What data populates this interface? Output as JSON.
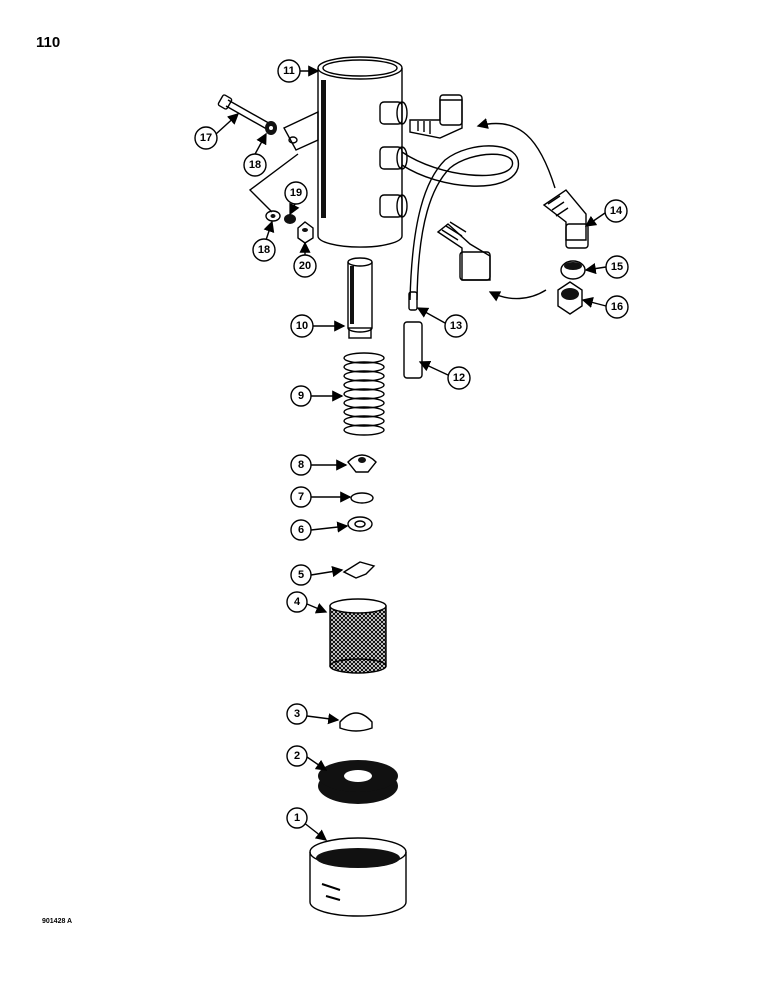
{
  "page_number": "110",
  "figure_code": "901428 A",
  "callouts": [
    "1",
    "2",
    "3",
    "4",
    "5",
    "6",
    "7",
    "8",
    "9",
    "10",
    "11",
    "12",
    "13",
    "14",
    "15",
    "16",
    "17",
    "18",
    "18",
    "19",
    "20"
  ]
}
